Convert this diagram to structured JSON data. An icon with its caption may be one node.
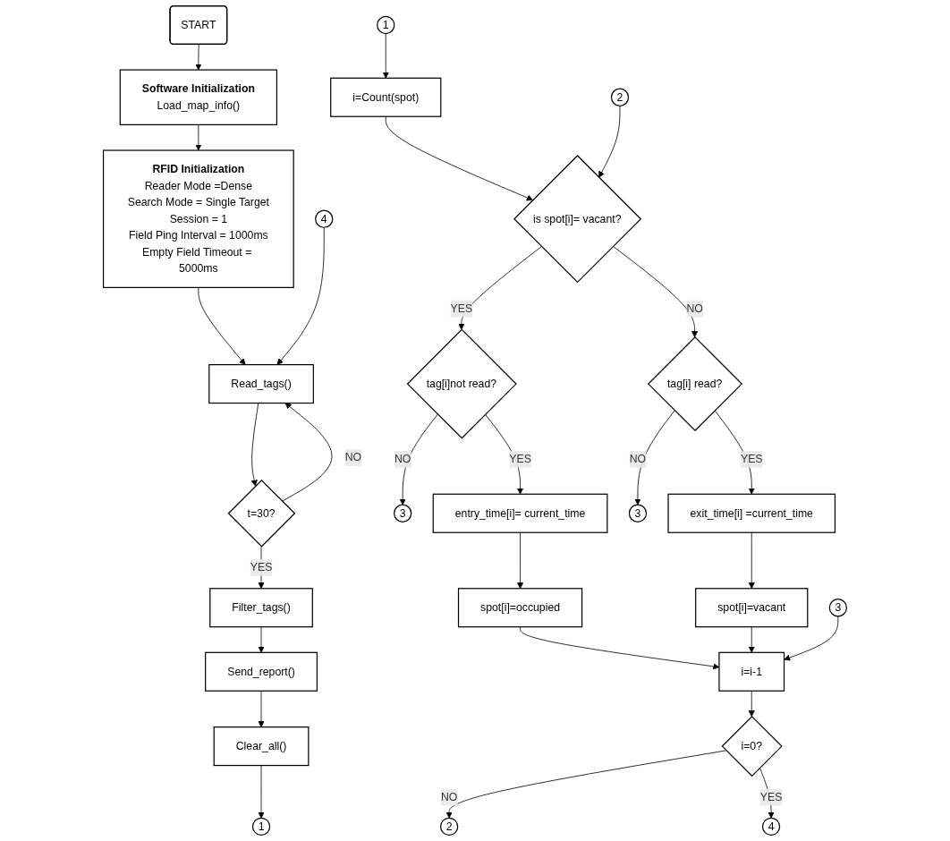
{
  "diagram": {
    "nodes": [
      {
        "text": [
          "START"
        ]
      },
      {
        "text": [
          "Software Initialization",
          "Load_map_info()"
        ]
      },
      {
        "text": [
          "RFID Initialization",
          "Reader Mode =Dense",
          "Search Mode = Single Target",
          "Session = 1",
          "Field Ping Interval = 1000ms",
          "Empty Field Timeout = 5000ms"
        ]
      },
      {
        "text": [
          "4"
        ]
      },
      {
        "text": [
          "Read_tags()"
        ]
      },
      {
        "text": [
          "t=30?"
        ]
      },
      {
        "text": [
          "Filter_tags()"
        ]
      },
      {
        "text": [
          "Send_report()"
        ]
      },
      {
        "text": [
          "Clear_all()"
        ]
      },
      {
        "text": [
          "1"
        ]
      },
      {
        "text": [
          "1"
        ]
      },
      {
        "text": [
          "i=Count(spot)"
        ]
      },
      {
        "text": [
          "2"
        ]
      },
      {
        "text": [
          "is spot[i]= vacant?"
        ]
      },
      {
        "text": [
          "tag[i]not read?"
        ]
      },
      {
        "text": [
          "3"
        ]
      },
      {
        "text": [
          "tag[i] read?"
        ]
      },
      {
        "text": [
          "3"
        ]
      },
      {
        "text": [
          "entry_time[i]= current_time"
        ]
      },
      {
        "text": [
          "exit_time[i] =current_time"
        ]
      },
      {
        "text": [
          "spot[i]=occupied"
        ]
      },
      {
        "text": [
          "spot[i]=vacant"
        ]
      },
      {
        "text": [
          "3"
        ]
      },
      {
        "text": [
          "i=i-1"
        ]
      },
      {
        "text": [
          "i=0?"
        ]
      },
      {
        "text": [
          "2"
        ]
      },
      {
        "text": [
          "4"
        ]
      }
    ],
    "edges": [
      {
        "from": 0,
        "to": 1,
        "arrow": "to"
      },
      {
        "from": 1,
        "to": 2,
        "arrow": "to"
      },
      {
        "from": 2,
        "to": 4,
        "arrow": "to"
      },
      {
        "from": 3,
        "to": 4,
        "arrow": "to"
      },
      {
        "from": 4,
        "to": 5,
        "arrow": "to"
      },
      {
        "from": 5,
        "to": 4,
        "arrow": "to",
        "label": "NO"
      },
      {
        "from": 5,
        "to": 6,
        "arrow": "to",
        "label": "YES"
      },
      {
        "from": 6,
        "to": 7,
        "arrow": "to"
      },
      {
        "from": 7,
        "to": 8,
        "arrow": "to"
      },
      {
        "from": 8,
        "to": 9,
        "arrow": "to"
      },
      {
        "from": 10,
        "to": 11,
        "arrow": "to"
      },
      {
        "from": 11,
        "to": 13,
        "arrow": "to"
      },
      {
        "from": 12,
        "to": 13,
        "arrow": "to"
      },
      {
        "from": 13,
        "to": 14,
        "arrow": "to",
        "label": "YES"
      },
      {
        "from": 13,
        "to": 16,
        "arrow": "to",
        "label": "NO"
      },
      {
        "from": 14,
        "to": 15,
        "arrow": "to",
        "label": "NO"
      },
      {
        "from": 14,
        "to": 18,
        "arrow": "to",
        "label": "YES"
      },
      {
        "from": 16,
        "to": 17,
        "arrow": "to",
        "label": "NO"
      },
      {
        "from": 16,
        "to": 19,
        "arrow": "to",
        "label": "YES"
      },
      {
        "from": 18,
        "to": 20,
        "arrow": "to"
      },
      {
        "from": 19,
        "to": 21,
        "arrow": "to"
      },
      {
        "from": 20,
        "to": 23,
        "arrow": "to"
      },
      {
        "from": 21,
        "to": 23,
        "arrow": "to"
      },
      {
        "from": 22,
        "to": 23,
        "arrow": "to"
      },
      {
        "from": 23,
        "to": 24,
        "arrow": "to"
      },
      {
        "from": 24,
        "to": 25,
        "arrow": "to",
        "label": "NO"
      },
      {
        "from": 24,
        "to": 26,
        "arrow": "to",
        "label": "YES"
      }
    ]
  }
}
